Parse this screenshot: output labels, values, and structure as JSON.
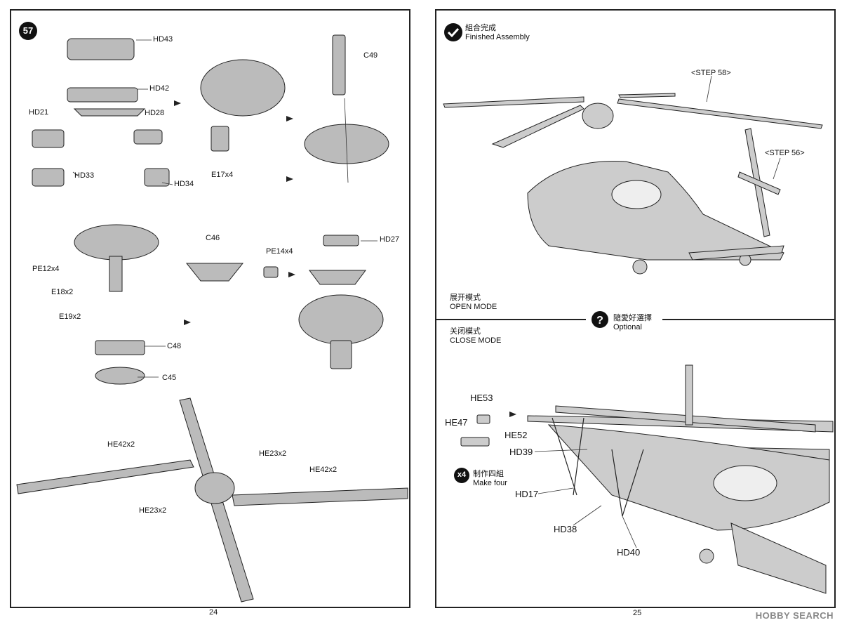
{
  "left_page": {
    "step_number": "57",
    "page_number": "24",
    "labels": {
      "hd43": "HD43",
      "hd42": "HD42",
      "hd21": "HD21",
      "hd28": "HD28",
      "hd33": "HD33",
      "hd34": "HD34",
      "c49": "C49",
      "e17": "E17x4",
      "pe12": "PE12x4",
      "e18": "E18x2",
      "e19": "E19x2",
      "c48": "C48",
      "c45": "C45",
      "c46": "C46",
      "pe14": "PE14x4",
      "hd27": "HD27",
      "he42a": "HE42x2",
      "he23a": "HE23x2",
      "he42b": "HE42x2",
      "he23b": "HE23x2"
    }
  },
  "right_page": {
    "page_number": "25",
    "finished": {
      "zh": "組合完成",
      "en": "Finished Assembly"
    },
    "step58": "<STEP 58>",
    "step56": "<STEP 56>",
    "open_mode": {
      "zh": "展开模式",
      "en": "OPEN MODE"
    },
    "optional": {
      "zh": "隨愛好選擇",
      "en": "Optional"
    },
    "close_mode": {
      "zh": "关闭模式",
      "en": "CLOSE MODE"
    },
    "make_four": {
      "count": "x4",
      "zh": "制作四組",
      "en": "Make four"
    },
    "labels": {
      "he53": "HE53",
      "he47": "HE47",
      "he52": "HE52",
      "hd39": "HD39",
      "hd17": "HD17",
      "hd38": "HD38",
      "hd40": "HD40"
    }
  },
  "watermark": "HOBBY SEARCH"
}
